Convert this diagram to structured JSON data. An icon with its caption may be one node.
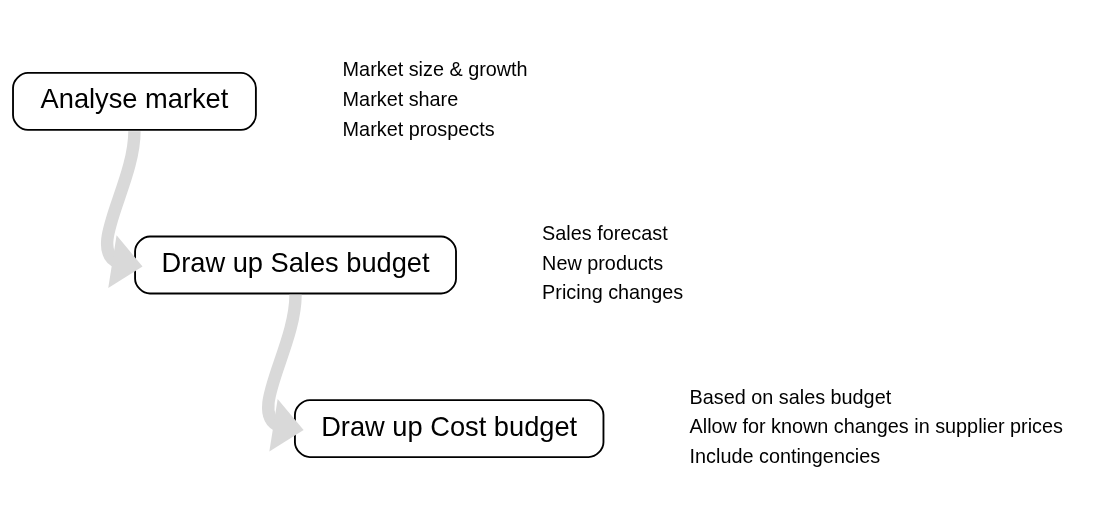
{
  "diagram": {
    "nodes": [
      {
        "text": [
          "Analyse market"
        ],
        "beside": [
          "Market size & growth",
          "Market share",
          "Market prospects"
        ]
      },
      {
        "text": [
          "Draw up Sales budget"
        ],
        "beside": [
          "Sales forecast",
          "New products",
          "Pricing changes"
        ]
      },
      {
        "text": [
          "Draw up Cost budget"
        ],
        "beside": [
          "Based on sales budget",
          "Allow for known changes in supplier prices",
          "Include contingencies"
        ]
      }
    ],
    "edges": [
      {
        "from": 0,
        "to": 1,
        "arrow": "to"
      },
      {
        "from": 1,
        "to": 2,
        "arrow": "to"
      }
    ]
  }
}
